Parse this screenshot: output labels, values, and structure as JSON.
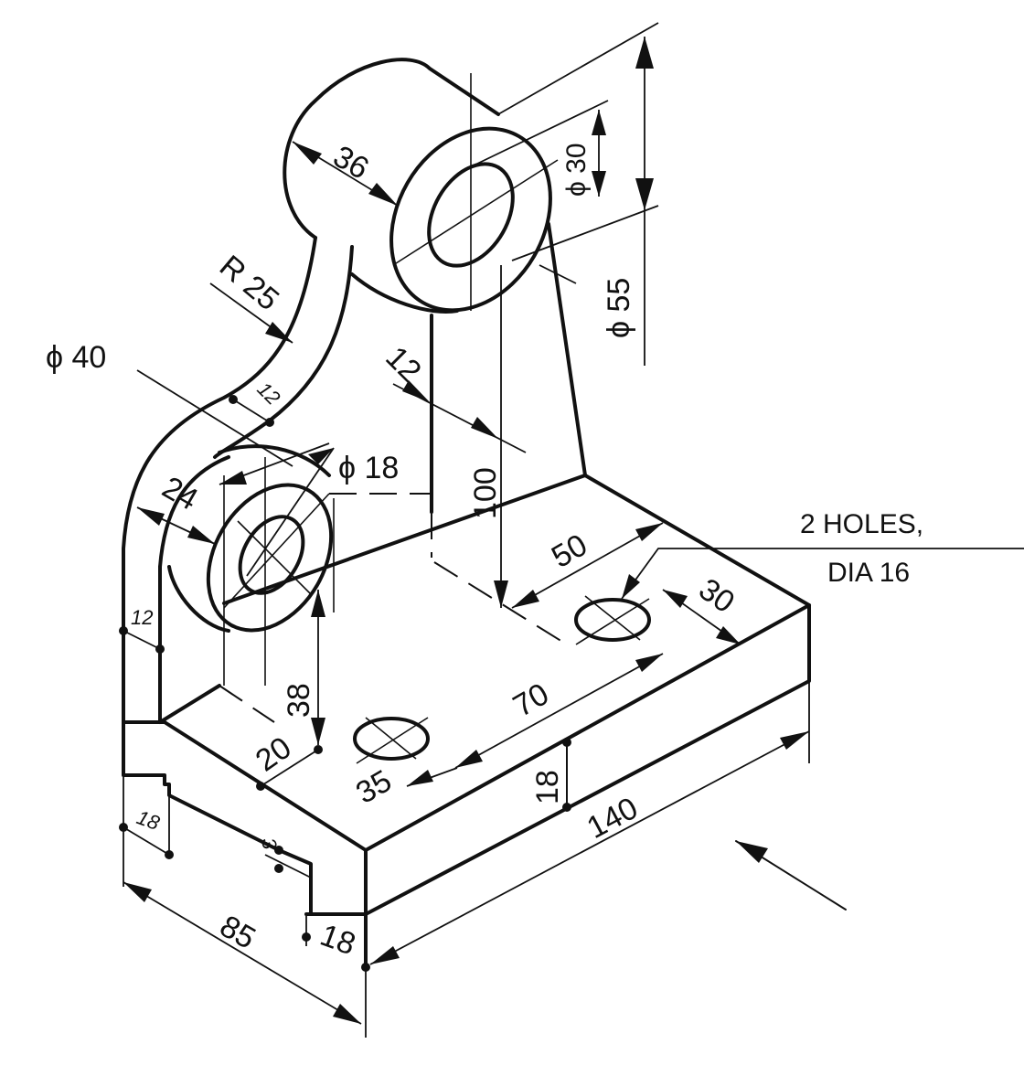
{
  "notes": {
    "holes_line1": "2 HOLES,",
    "holes_line2": "DIA 16"
  },
  "dimensions": {
    "d36": "36",
    "phi30": "ϕ 30",
    "phi55": "ϕ 55",
    "r25": "R 25",
    "phi40": "ϕ 40",
    "d12_web": "12",
    "d12_top": "12",
    "d100": "100",
    "phi18": "ϕ 18",
    "d24": "24",
    "d12_side": "12",
    "d50": "50",
    "d30": "30",
    "d38": "38",
    "d70": "70",
    "d20": "20",
    "d35": "35",
    "d18_front": "18",
    "d140": "140",
    "d18_step": "18",
    "d3": "3",
    "d85": "85",
    "d18_base": "18"
  }
}
